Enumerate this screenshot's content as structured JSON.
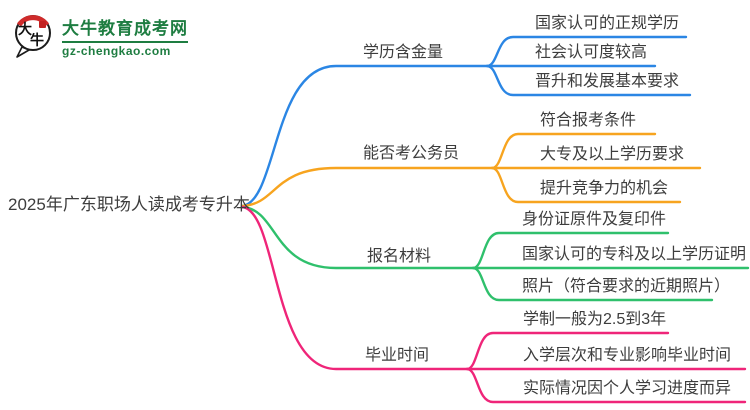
{
  "logo": {
    "icon_char1": "大",
    "icon_char2": "牛",
    "title": "大牛教育成考网",
    "url": "gz-chengkao.com",
    "brand_color": "#1e7d41"
  },
  "root": {
    "label": "2025年广东职场人读成考专升本"
  },
  "branches": [
    {
      "label": "学历含金量",
      "color": "#2b86e4",
      "children": [
        "国家认可的正规学历",
        "社会认可度较高",
        "晋升和发展基本要求"
      ]
    },
    {
      "label": "能否考公务员",
      "color": "#f7a41f",
      "children": [
        "符合报考条件",
        "大专及以上学历要求",
        "提升竞争力的机会"
      ]
    },
    {
      "label": "报名材料",
      "color": "#2fc06c",
      "children": [
        "身份证原件及复印件",
        "国家认可的专科及以上学历证明",
        "照片（符合要求的近期照片）"
      ]
    },
    {
      "label": "毕业时间",
      "color": "#ef2579",
      "children": [
        "学制一般为2.5到3年",
        "入学层次和专业影响毕业时间",
        "实际情况因个人学习进度而异"
      ]
    }
  ]
}
